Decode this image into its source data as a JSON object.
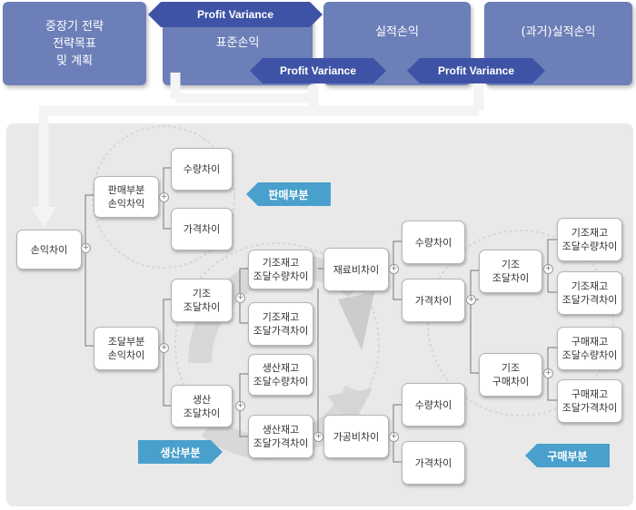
{
  "top": {
    "strategy": "중장기 전략\n전략목표\n및 계획",
    "standard": "표준손익",
    "actual": "실적손익",
    "past": "(과거)실적손익",
    "pv1": "Profit Variance",
    "pv2": "Profit Variance",
    "pv3": "Profit Variance"
  },
  "tree": {
    "root": "손익차이",
    "sales": "판매부분\n손익차익",
    "sales_qty": "수량차이",
    "sales_price": "가격차이",
    "proc": "조달부분\n손익차이",
    "base_proc": "기조\n조달차이",
    "base_qty": "기조재고\n조달수량차이",
    "base_price": "기조재고\n조달가격차이",
    "prod_proc": "생산\n조달차이",
    "prod_qty": "생산재고\n조달수량차이",
    "prod_price": "생산재고\n조달가격차이",
    "material": "재료비차이",
    "mat_qty": "수량차이",
    "mat_price": "가격차이",
    "processing": "가공비차이",
    "proc_qty": "수량차이",
    "proc_price": "가격차이",
    "r_base_proc": "기조\n조달차이",
    "r_base_qty": "기조재고\n조달수량차이",
    "r_base_price": "기조재고\n조달가격차이",
    "r_base_purch": "기조\n구매차이",
    "r_purch_qty": "구매재고\n조달수량차이",
    "r_purch_price": "구매재고\n조달가격차이"
  },
  "tags": {
    "sales": "판매부분",
    "production": "생산부분",
    "purchase": "구매부분"
  },
  "colors": {
    "top_box": "#6d7fb8",
    "profit_variance": "#3f53a6",
    "tag": "#4aa0cc",
    "panel": "#e9e9e9"
  }
}
